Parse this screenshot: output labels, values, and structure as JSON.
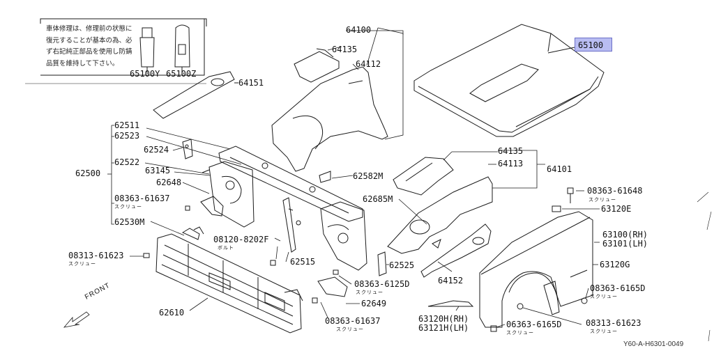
{
  "note": {
    "text": "車体修理は、修理前の状態に復元することが基本の為、必ず右記純正部品を使用し防錆品質を維持して下さい。"
  },
  "bottles": {
    "left_label": "65100Y",
    "right_label": "65100Z"
  },
  "highlighted_part": "65100",
  "highlight_color": "#b9bdf2",
  "parts": {
    "p64100": "64100",
    "p64135a": "64135",
    "p64112": "64112",
    "p64151": "64151",
    "p62511": "62511",
    "p62523": "62523",
    "p62524": "62524",
    "p62500": "62500",
    "p62522": "62522",
    "p63145": "63145",
    "p62648": "62648",
    "p08363_61637a": "08363-61637",
    "p62530m": "62530M",
    "p08313_61623a": "08313-61623",
    "p08120": "08120-8202F",
    "p62515": "62515",
    "p62582m": "62582M",
    "p62685m": "62685M",
    "p62525": "62525",
    "p08363_6125d": "08363-6125D",
    "p62649": "62649",
    "p08363_61637b": "08363-61637",
    "p62610": "62610",
    "p64135b": "64135",
    "p64113": "64113",
    "p64101": "64101",
    "p64152": "64152",
    "p08363_61648": "08363-61648",
    "p63120e": "63120E",
    "p63100": "63100(RH)",
    "p63101": "63101(LH)",
    "p63120g": "63120G",
    "p08363_6165d_r": "08363-6165D",
    "p08313_61623b": "08313-61623",
    "p06363": "06363-6165D",
    "p63120h": "63120H(RH)",
    "p63121h": "63121H(LH)"
  },
  "subs": {
    "screw": "スクリュー",
    "bolt": "ボルト"
  },
  "front_label": "FRONT",
  "doc_code": "Y60-A-H6301-0049"
}
